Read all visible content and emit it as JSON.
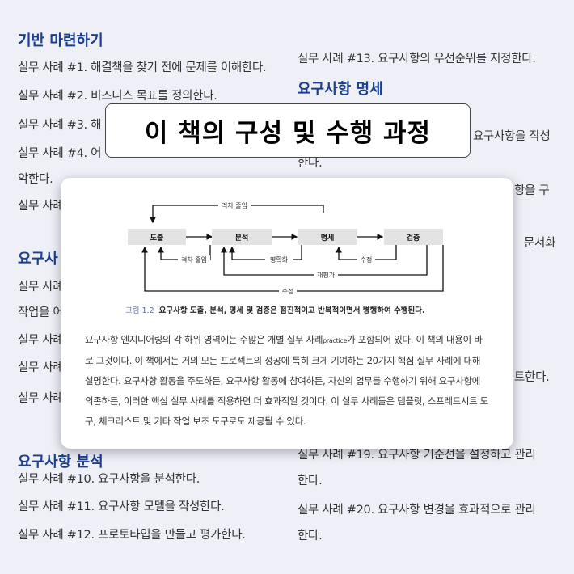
{
  "left": {
    "heading1": "기반 마련하기",
    "items1": [
      "실무 사례 #1. 해결책을 찾기 전에 문제를 이해한다.",
      "실무 사례 #2. 비즈니스 목표를 정의한다.",
      "실무 사례 #3. 해",
      "실무 사례 #4. 어",
      "악한다.",
      "실무 사례"
    ],
    "heading2": "요구사",
    "items2": [
      "실무 사례",
      "작업을 어",
      "실무 사례",
      "실무 사례",
      "실무 사례"
    ],
    "heading3": "요구사항 분석",
    "items3": [
      "실무 사례 #10. 요구사항을 분석한다.",
      "실무 사례 #11. 요구사항 모델을 작성한다.",
      "실무 사례 #12. 프로토타입을 만들고 평가한다."
    ]
  },
  "right": {
    "item13": "실무 사례 #13. 요구사항의 우선순위를 지정한다.",
    "heading": "요구사항 명세",
    "lines": [
      "요구사항을 작성",
      "한다.",
      "항을 구",
      "문서화",
      "트한다.",
      "실무 사례 #19. 요구사항 기준선을 설정하고 관리",
      "한다.",
      "실무 사례 #20. 요구사항 변경을 효과적으로 관리",
      "한다."
    ]
  },
  "title": "이 책의 구성 및 수행 과정",
  "figure": {
    "boxes": [
      "도출",
      "분석",
      "명세",
      "검증"
    ],
    "labels": {
      "top": "격차 줄임",
      "gap": "격차 줄임",
      "clarify": "명확화",
      "revise1": "수정",
      "reeval": "재평가",
      "revise2": "수정"
    },
    "caption_num": "그림 1.2",
    "caption": "요구사항 도출, 분석, 명세 및 검증은 점진적이고 반복적이면서 병행하여 수행된다."
  },
  "paragraph": {
    "before": "요구사항 엔지니어링의 각 하위 영역에는 수많은 개별 실무 사례",
    "sub": "practice",
    "after": "가 포함되어 있다. 이 책의 내용이 바로 그것이다. 이 책에서는 거의 모든 프로젝트의 성공에 특히 크게 기여하는 20가지 핵심 실무 사례에 대해 설명한다. 요구사항 활동을 주도하든, 요구사항 활동에 참여하든, 자신의 업무를 수행하기 위해 요구사항에 의존하든, 이러한 핵심 실무 사례를 적용하면 더 효과적일 것이다. 이 실무 사례들은 템플릿, 스프레드시트 도구, 체크리스트 및 기타 작업 보조 도구로도 제공될 수 있다."
  }
}
